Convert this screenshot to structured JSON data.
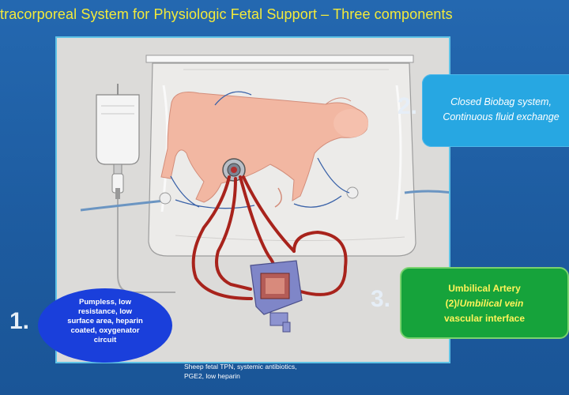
{
  "title": "tracorporeal System for Physiologic Fetal Support – Three components",
  "components": [
    {
      "number": "1.",
      "lines": [
        "Pumpless, low",
        "resistance, low",
        "surface area, heparin",
        "coated, oxygenator",
        "circuit"
      ],
      "color": "#1a3fdb"
    },
    {
      "number": "2.",
      "lines": [
        "Closed Biobag system,",
        "Continuous fluid exchange"
      ],
      "color": "#27a7e2"
    },
    {
      "number": "3.",
      "line1": "Umbilical Artery",
      "line2a": "(2)/",
      "line2b": "Umbilical vein",
      "line3": "vascular interface",
      "color": "#16a33b"
    }
  ],
  "caption": {
    "line1": "Sheep fetal TPN, systemic antibiotics,",
    "line2": "PGE2, low heparin"
  },
  "colors": {
    "background": "#1f60a4",
    "title": "#f3ea3a",
    "panel_border": "#5fc3e6"
  }
}
